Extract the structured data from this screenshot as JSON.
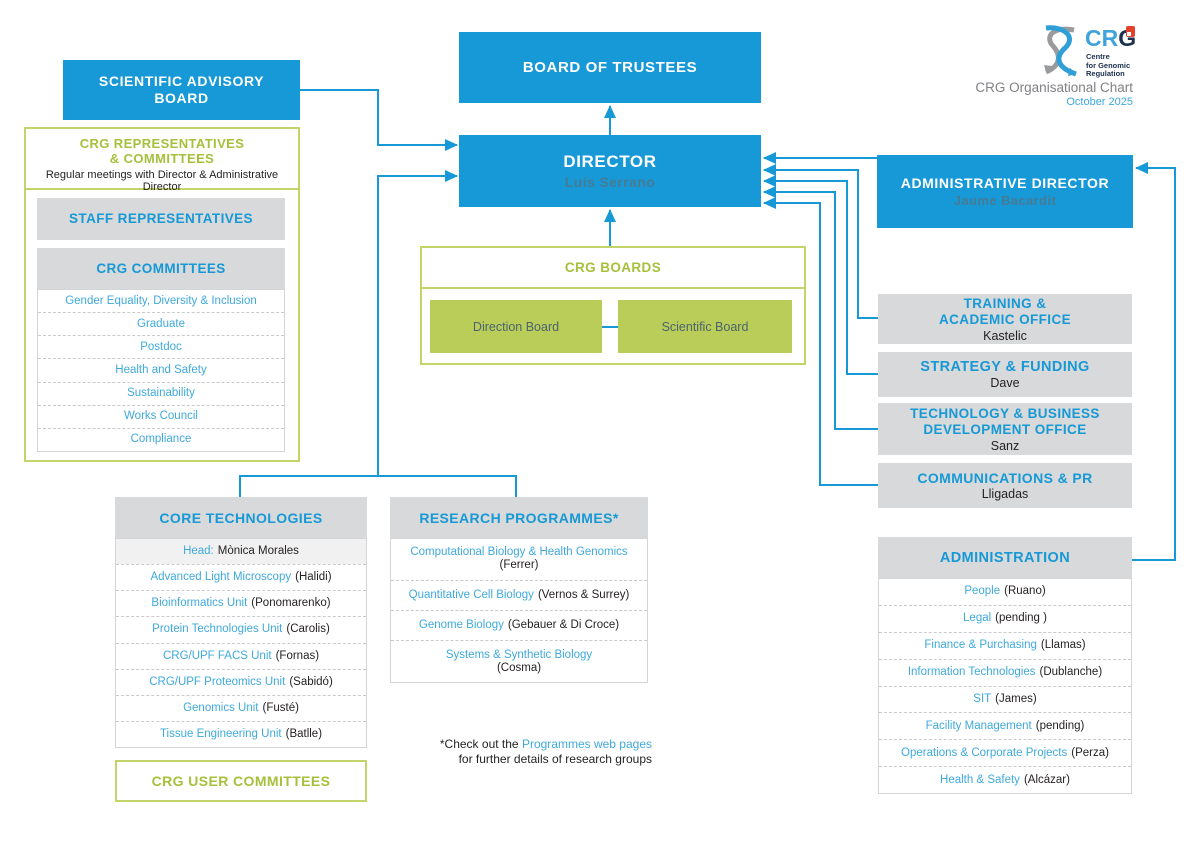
{
  "colors": {
    "blue": "#1699d6",
    "green_text": "#a5c13c",
    "green_fill": "#b9cd58",
    "green_border": "#c3d46a",
    "gray_box": "#d8d9da",
    "text_dark": "#231f20",
    "navy": "#1b2f4e",
    "red": "#e3402d",
    "name_on_blue": "#477b95"
  },
  "logo": {
    "cr": "CR",
    "g": "G",
    "tagline_line1": "Centre",
    "tagline_line2": "for Genomic",
    "tagline_line3": "Regulation"
  },
  "header": {
    "title": "CRG Organisational Chart",
    "date": "October 2025"
  },
  "top_boxes": {
    "scientific_advisory_board_line1": "SCIENTIFIC ADVISORY",
    "scientific_advisory_board_line2": "BOARD",
    "board_of_trustees": "BOARD OF TRUSTEES",
    "director_label": "DIRECTOR",
    "director_name": "Luis Serrano",
    "administrative_director_label": "ADMINISTRATIVE DIRECTOR",
    "administrative_director_name": "Jaume Bacardit"
  },
  "representatives": {
    "title_line1": "CRG REPRESENTATIVES",
    "title_line2": "& COMMITTEES",
    "subtitle": "Regular meetings with Director & Administrative Director",
    "staff_representatives": "STAFF REPRESENTATIVES",
    "committees_title": "CRG COMMITTEES",
    "committees": [
      "Gender Equality, Diversity & Inclusion",
      "Graduate",
      "Postdoc",
      "Health and Safety",
      "Sustainability",
      "Works Council",
      "Compliance"
    ]
  },
  "crg_boards": {
    "title": "CRG BOARDS",
    "direction_board": "Direction Board",
    "scientific_board": "Scientific Board"
  },
  "offices": [
    {
      "line1": "TRAINING &",
      "line2": "ACADEMIC OFFICE",
      "name": "Kastelic"
    },
    {
      "line1": "STRATEGY & FUNDING",
      "line2": "",
      "name": "Dave"
    },
    {
      "line1": "TECHNOLOGY & BUSINESS",
      "line2": "DEVELOPMENT OFFICE",
      "name": "Sanz"
    },
    {
      "line1": "COMMUNICATIONS & PR",
      "line2": "",
      "name": "Lligadas"
    }
  ],
  "administration": {
    "title": "ADMINISTRATION",
    "items": [
      {
        "name": "People",
        "detail": "(Ruano)"
      },
      {
        "name": "Legal",
        "detail": "(pending )"
      },
      {
        "name": "Finance & Purchasing",
        "detail": "(Llamas)"
      },
      {
        "name": "Information Technologies",
        "detail": "(Dublanche)"
      },
      {
        "name": "SIT",
        "detail": "(James)"
      },
      {
        "name": "Facility Management",
        "detail": "(pending)"
      },
      {
        "name": "Operations & Corporate Projects",
        "detail": "(Perza)"
      },
      {
        "name": "Health & Safety",
        "detail": "(Alcázar)"
      }
    ]
  },
  "core_technologies": {
    "title": "CORE TECHNOLOGIES",
    "head_label": "Head:",
    "head_name": "Mònica Morales",
    "items": [
      {
        "name": "Advanced Light Microscopy",
        "detail": "(Halidi)"
      },
      {
        "name": "Bioinformatics Unit",
        "detail": "(Ponomarenko)"
      },
      {
        "name": "Protein Technologies Unit",
        "detail": "(Carolis)"
      },
      {
        "name": "CRG/UPF FACS Unit",
        "detail": "(Fornas)"
      },
      {
        "name": "CRG/UPF Proteomics Unit",
        "detail": "(Sabidó)"
      },
      {
        "name": "Genomics Unit",
        "detail": "(Fusté)"
      },
      {
        "name": "Tissue Engineering Unit",
        "detail": "(Batlle)"
      }
    ]
  },
  "research_programmes": {
    "title": "RESEARCH PROGRAMMES*",
    "items": [
      {
        "name": "Computational Biology & Health Genomics",
        "detail": "(Ferrer)"
      },
      {
        "name": "Quantitative Cell Biology",
        "detail": "(Vernos & Surrey)"
      },
      {
        "name": "Genome Biology",
        "detail": "(Gebauer & Di Croce)"
      },
      {
        "name": "Systems & Synthetic Biology",
        "detail": "(Cosma)"
      }
    ]
  },
  "user_committees": {
    "title": "CRG USER COMMITTEES"
  },
  "footnote": {
    "prefix": "*Check out the ",
    "link": "Programmes web pages",
    "suffix": "for further details of research groups"
  }
}
